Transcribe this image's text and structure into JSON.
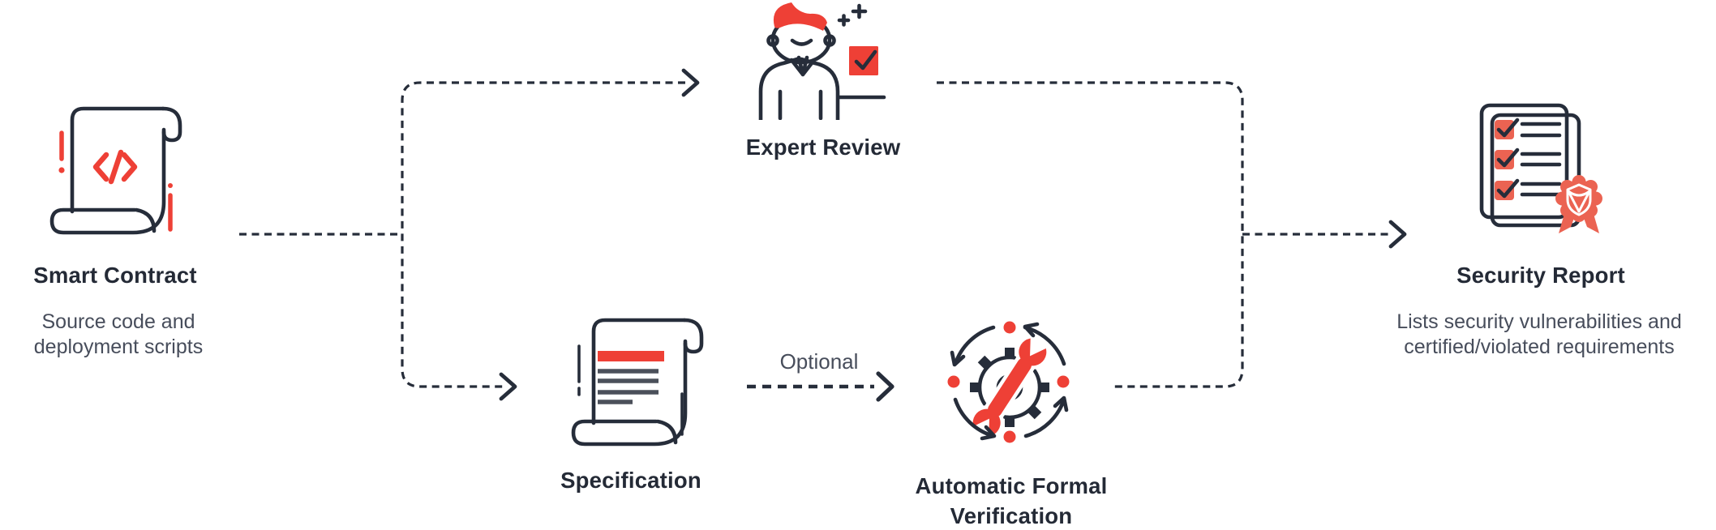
{
  "colors": {
    "dark": "#262d3a",
    "ink": "#242a36",
    "red": "#ee4036",
    "salmon": "#eb6352",
    "muted": "#474d5b",
    "linegray": "#4b505a",
    "bg": "#ffffff"
  },
  "nodes": {
    "smart_contract": {
      "label": "Smart Contract",
      "subtitle_line1": "Source code and",
      "subtitle_line2": "deployment scripts",
      "icon": "smart-contract-scroll-code-icon"
    },
    "expert_review": {
      "label": "Expert Review",
      "icon": "expert-reviewer-person-icon"
    },
    "specification": {
      "label": "Specification",
      "icon": "specification-scroll-icon"
    },
    "automatic_formal_verification": {
      "label_line1": "Automatic Formal",
      "label_line2": "Verification",
      "icon": "gear-wrench-cycle-icon"
    },
    "security_report": {
      "label": "Security Report",
      "subtitle_line1": "Lists security vulnerabilities and",
      "subtitle_line2": "certified/violated requirements",
      "icon": "report-checklist-badge-icon"
    }
  },
  "edges": {
    "optional_label": "Optional"
  }
}
